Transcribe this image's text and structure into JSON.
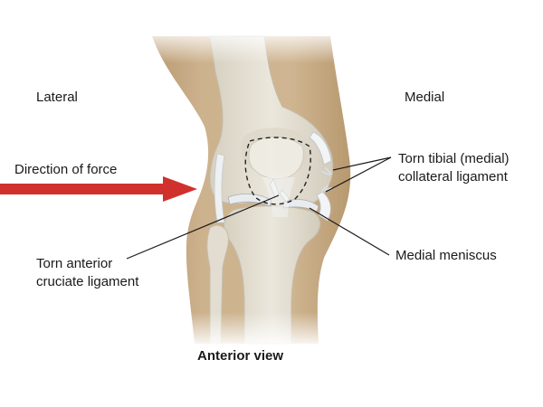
{
  "diagram": {
    "labels": {
      "lateral": "Lateral",
      "medial": "Medial",
      "direction_of_force": "Direction of force",
      "torn_tibial_line1": "Torn tibial (medial)",
      "torn_tibial_line2": "collateral ligament",
      "torn_acl_line1": "Torn anterior",
      "torn_acl_line2": "cruciate ligament",
      "medial_meniscus": "Medial meniscus",
      "anterior_view": "Anterior view"
    },
    "colors": {
      "skin": "#cbb08c",
      "skin_shadow": "#b8996f",
      "bone": "#e6e2d6",
      "bone_shade": "#cfc9b9",
      "ligament": "#eef0f2",
      "arrow": "#d0312d",
      "leader_line": "#1a1a1a"
    }
  }
}
